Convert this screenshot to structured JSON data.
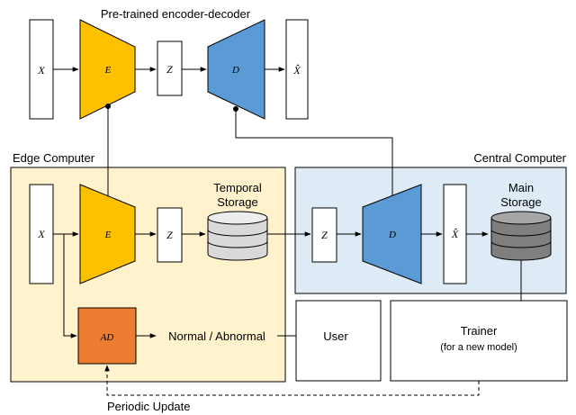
{
  "title": "Pre-trained encoder-decoder",
  "sections": {
    "edge": "Edge Computer",
    "central": "Central Computer"
  },
  "symbols": {
    "x": "X",
    "e": "E",
    "z": "Z",
    "d": "D",
    "xhat": "X̂",
    "ad": "AD"
  },
  "storage": {
    "temporal_line1": "Temporal",
    "temporal_line2": "Storage",
    "main_line1": "Main",
    "main_line2": "Storage"
  },
  "outputs": {
    "normal_abnormal": "Normal / Abnormal",
    "user": "User"
  },
  "trainer": {
    "label": "Trainer",
    "sublabel": "(for a new model)"
  },
  "periodic_update": "Periodic Update",
  "colors": {
    "encoder": "#FFC000",
    "decoder": "#5B9BD5",
    "anomaly": "#ED7D31",
    "edge_bg": "#FFF2CC",
    "central_bg": "#DEEBF7",
    "temporal_db": "#D9D9D9",
    "main_db": "#7F7F7F"
  }
}
